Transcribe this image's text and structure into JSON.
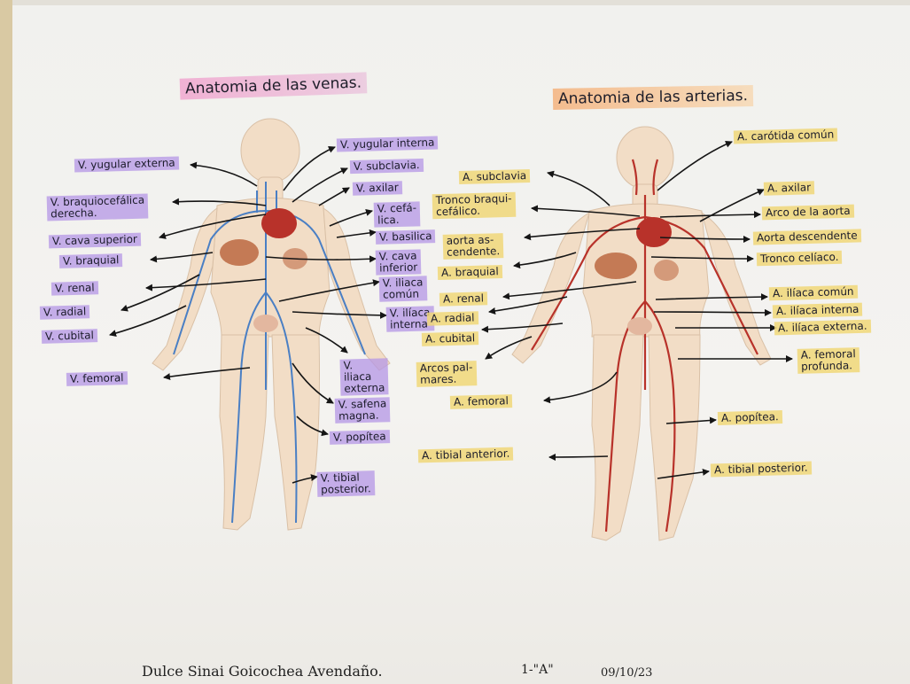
{
  "veins": {
    "title": "Anatomia de las venas.",
    "labels": {
      "yugular_externa": "V. yugular externa",
      "yugular_interna": "V. yugular interna",
      "subclavia": "V. subclavia.",
      "braquiocefalica": "V. braquiocefálica\nderecha.",
      "axilar": "V. axilar",
      "cefalica": "V. cefá-\nlica.",
      "cava_superior": "V. cava superior",
      "basilica": "V. basilica",
      "braquial": "V. braquial",
      "cava_inferior": "V. cava\ninferior",
      "renal": "V. renal",
      "iliaca_comun": "V. iliaca\ncomún",
      "radial": "V. radial",
      "iliaca_interna": "V. ilíaca\ninterna",
      "cubital": "V. cubital",
      "iliaca_externa": "V.\niliaca\nexterna",
      "femoral": "V. femoral",
      "safena_magna": "V. safena\nmagna.",
      "popitea": "V. popítea",
      "tibial_posterior": "V. tibial\nposterior."
    }
  },
  "arteries": {
    "title": "Anatomia de las arterias.",
    "labels": {
      "carotida_comun": "A. carótida común",
      "subclavia": "A. subclavia",
      "axilar": "A. axilar",
      "tronco_braquiocefalico": "Tronco braqui-\ncefálico.",
      "arco_aorta": "Arco de la aorta",
      "aorta_ascendente": "aorta as-\ncendente.",
      "aorta_descendente": "Aorta descendente",
      "tronco_celiaco": "Tronco celíaco.",
      "braquial": "A. braquial",
      "renal": "A. renal",
      "iliaca_comun": "A. ilíaca común",
      "radial": "A. radial",
      "iliaca_interna": "A. ilíaca interna",
      "cubital": "A. cubital",
      "iliaca_externa": "A. ilíaca externa.",
      "arcos_palmares": "Arcos pal-\nmares.",
      "femoral_profunda": "A. femoral\nprofunda.",
      "femoral": "A. femoral",
      "popitea": "A. popítea.",
      "tibial_anterior": "A. tibial anterior.",
      "tibial_posterior": "A. tibial posterior."
    }
  },
  "footer": {
    "name": "Dulce Sinai Goicochea Avendaño.",
    "grade": "1-\"A\"",
    "date": "09/10/23"
  },
  "colors": {
    "vein_highlight": "#b496e6",
    "artery_highlight": "#f0d778",
    "vein_vessel": "#4a7fc4",
    "artery_vessel": "#b8322a",
    "body_skin": "#f2ddc6"
  }
}
